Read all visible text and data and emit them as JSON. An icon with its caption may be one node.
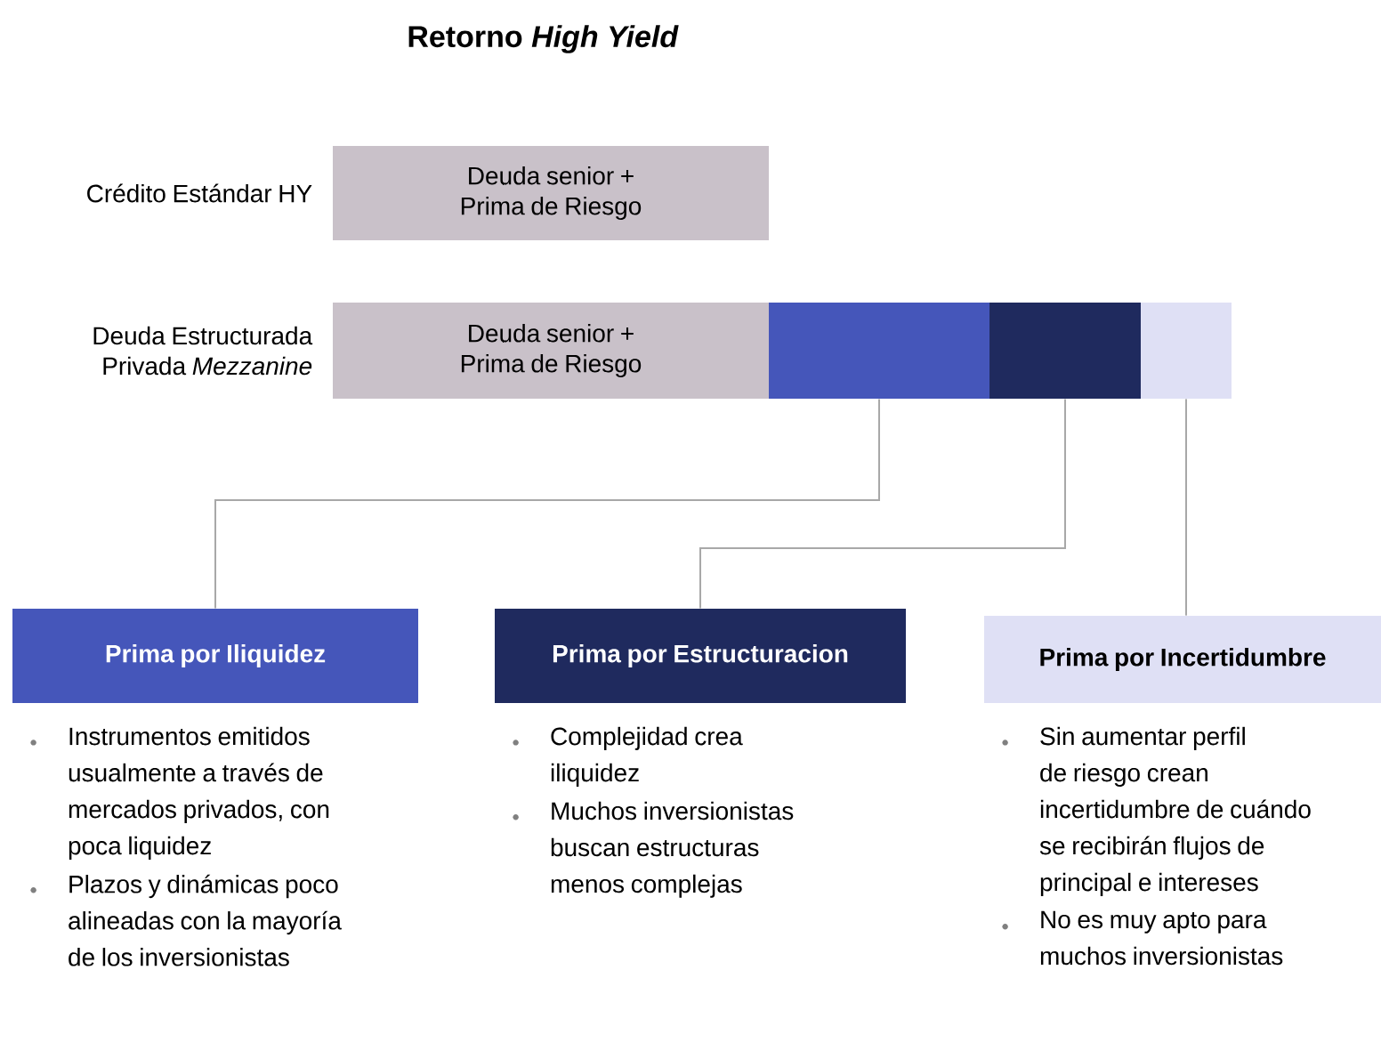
{
  "diagram": {
    "title": "Retorno *High Yield*",
    "nodes": [
      {
        "text": [
          "Deuda senior + Prima de Riesgo"
        ],
        "beside": [
          "Crédito Estándar HY"
        ]
      },
      {
        "text": [
          "Deuda senior + Prima de Riesgo"
        ],
        "beside": [
          "Deuda Estructurada Privada *Mezzanine*"
        ]
      },
      {
        "text": [],
        "shape": "bar"
      },
      {
        "text": [],
        "shape": "bar"
      },
      {
        "text": [],
        "shape": "bar"
      },
      {
        "text": [
          "Prima por Iliquidez"
        ],
        "beside": [
          "Instrumentos emitidos usualmente a través de mercados privados, con poca liquidez",
          "Plazos y dinámicas poco alineadas con la mayoría de los inversionistas"
        ]
      },
      {
        "text": [
          "Prima por Estructuracion"
        ],
        "beside": [
          "Complejidad crea iliquidez",
          "Muchos inversionistas buscan estructuras menos complejas"
        ]
      },
      {
        "text": [
          "Prima por Incertidumbre"
        ],
        "beside": [
          "Sin aumentar perfil de riesgo crean incertidumbre de cuándo se recibirán flujos de principal e intereses",
          "No es muy apto para muchos inversionistas"
        ]
      }
    ],
    "edges": [
      {
        "from": 2,
        "to": 5,
        "arrow": "none"
      },
      {
        "from": 3,
        "to": 6,
        "arrow": "none"
      },
      {
        "from": 4,
        "to": 7,
        "arrow": "none"
      }
    ]
  }
}
